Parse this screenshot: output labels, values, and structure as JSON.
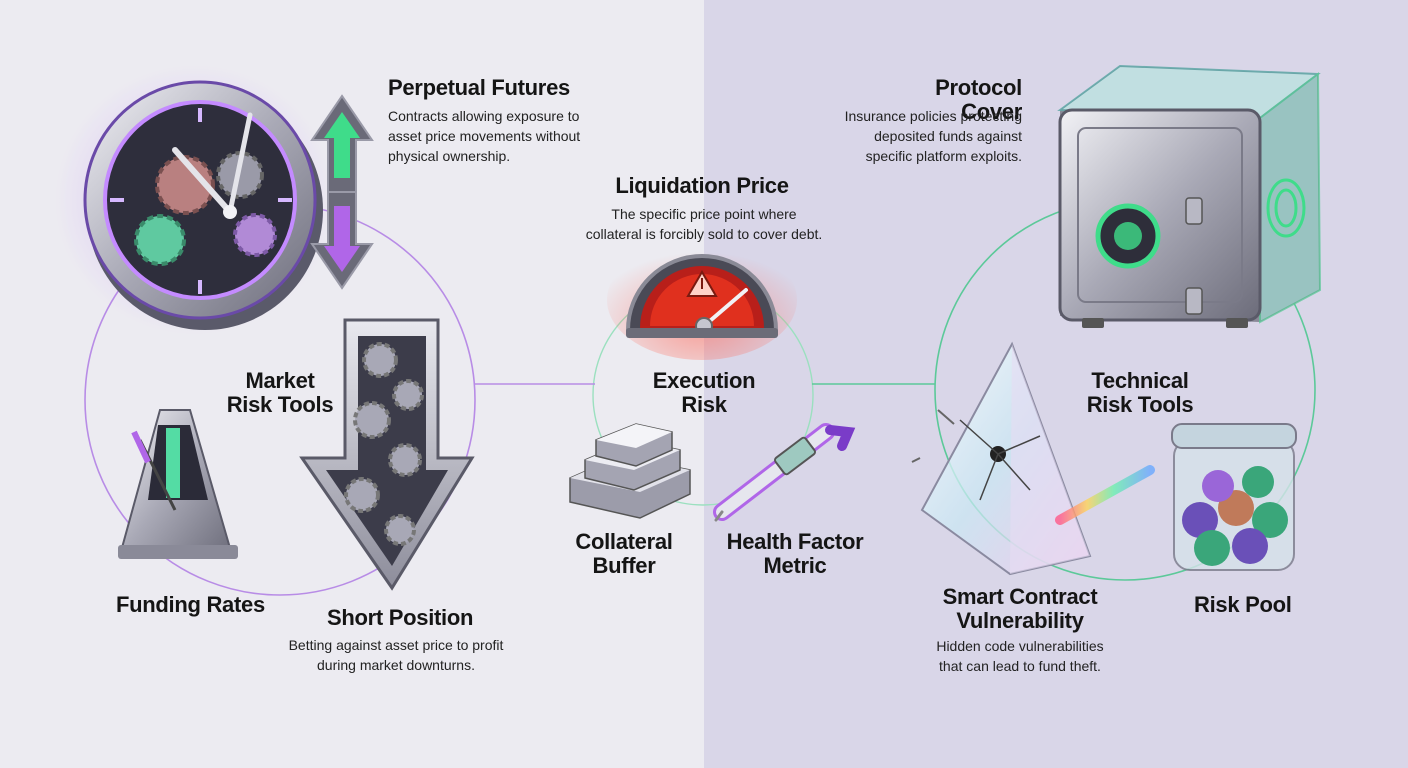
{
  "title": "",
  "nodes": {
    "perpetual_futures": {
      "label": "Perpetual Futures",
      "desc": [
        "Contracts allowing exposure to",
        "asset price movements without",
        "physical ownership."
      ]
    },
    "market_risk_tools": {
      "label": [
        "Market",
        "Risk Tools"
      ]
    },
    "funding_rates": {
      "label": "Funding Rates"
    },
    "short_position": {
      "label": "Short Position",
      "desc": [
        "Betting against asset price to profit",
        "during market downturns."
      ]
    },
    "liquidation_price": {
      "label": "Liquidation Price",
      "desc": [
        "The specific price point where",
        "collateral is forcibly sold to cover debt."
      ]
    },
    "execution_risk": {
      "label": [
        "Execution",
        "Risk"
      ]
    },
    "collateral_buffer": {
      "label": [
        "Collateral",
        "Buffer"
      ]
    },
    "health_factor_metric": {
      "label": [
        "Health Factor",
        "Metric"
      ]
    },
    "protocol_cover": {
      "label": "Protocol Cover",
      "desc": [
        "Insurance policies protecting",
        "deposited funds against",
        "specific platform exploits."
      ]
    },
    "technical_risk_tools": {
      "label": [
        "Technical",
        "Risk Tools"
      ]
    },
    "smart_contract_vulnerability": {
      "label": [
        "Smart Contract",
        "Vulnerability"
      ],
      "desc": [
        "Hidden code vulnerabilities",
        "that can lead to fund theft."
      ]
    },
    "risk_pool": {
      "label": "Risk Pool"
    }
  },
  "icons": {
    "perpetual_futures": "clock-gears-arrows-icon",
    "funding_rates": "metronome-icon",
    "short_position": "down-arrow-gears-icon",
    "liquidation_price": "gauge-warning-icon",
    "collateral_buffer": "gold-bars-icon",
    "health_factor_metric": "thermometer-icon",
    "protocol_cover": "vault-fingerprint-icon",
    "smart_contract_vulnerability": "cracked-prism-icon",
    "risk_pool": "coin-jar-icon"
  },
  "colors": {
    "market_accent": "#a36be8",
    "technical_accent": "#3fc98a",
    "warning_red": "#e0301e",
    "left_bg": "#ecebf1",
    "right_bg": "#d9d6e8"
  }
}
